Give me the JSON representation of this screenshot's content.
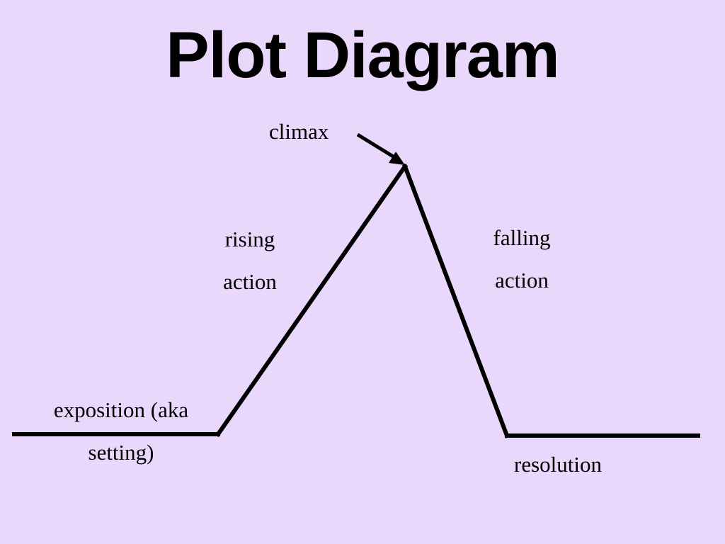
{
  "colors": {
    "background": "#e9d8fc",
    "ink": "#000000"
  },
  "title": "Plot Diagram",
  "labels": {
    "climax": "climax",
    "rising_action": [
      "rising",
      "action"
    ],
    "falling_action": [
      "falling",
      "action"
    ],
    "exposition": [
      "exposition (aka",
      "setting)"
    ],
    "resolution": "resolution"
  },
  "arrow_target": "climax"
}
